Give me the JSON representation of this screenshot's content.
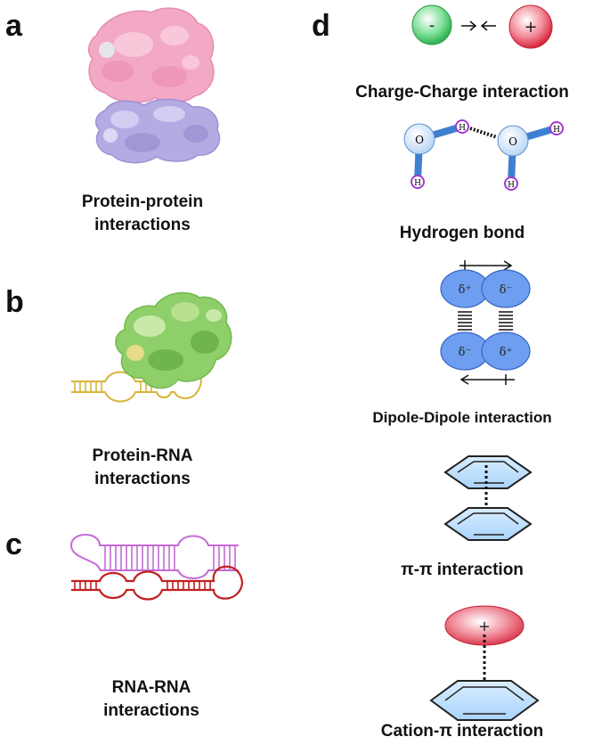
{
  "panels": {
    "a": {
      "label": "a",
      "caption_line1": "Protein-protein",
      "caption_line2": "interactions"
    },
    "b": {
      "label": "b",
      "caption_line1": "Protein-RNA",
      "caption_line2": "interactions"
    },
    "c": {
      "label": "c",
      "caption_line1": "RNA-RNA",
      "caption_line2": "interactions"
    },
    "d": {
      "label": "d",
      "charge": {
        "caption": "Charge-Charge interaction",
        "neg_sign": "-",
        "pos_sign": "+"
      },
      "hbond": {
        "caption": "Hydrogen bond",
        "oxygen": "O",
        "hydrogen": "H"
      },
      "dipole": {
        "caption": "Dipole-Dipole interaction",
        "dplus": "δ⁺",
        "dminus": "δ⁻"
      },
      "pipi": {
        "caption": "π-π interaction"
      },
      "cationpi": {
        "caption": "Cation-π interaction",
        "cation_sign": "+"
      }
    }
  },
  "colors": {
    "protein_pink": "#f2a6c4",
    "protein_purple": "#b4a9e2",
    "protein_green": "#8fcf6a",
    "rna_gold": "#d8b43a",
    "rna_violet": "#c46ad6",
    "rna_red": "#c21f1f",
    "anion_green": "#3fbf5f",
    "cation_red": "#e0344a",
    "bond_blue": "#3f7fcf",
    "atom_pale": "#dcecff",
    "hydrogen_ring": "#a23ad0",
    "dipole_blue": "#6e9ef0",
    "benzene_fill": "#bfe0ff"
  }
}
